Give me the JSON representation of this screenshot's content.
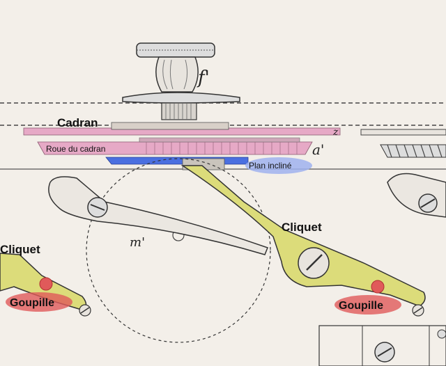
{
  "labels": {
    "cadran": "Cadran",
    "roue_du_cadran": "Roue du cadran",
    "plan_incline": "Plan incliné",
    "cliquet_right": "Cliquet",
    "cliquet_left": "Cliquet",
    "goupille_right": "Goupille",
    "goupille_left": "Goupille",
    "letter_f": "f'",
    "letter_a": "a'",
    "letter_m": "m'",
    "letter_z": "z"
  },
  "colors": {
    "cadran_pink": "#e6a9c6",
    "plan_blue": "#4a6fe0",
    "cliquet_yellow": "#dcdc7a",
    "goupille_red": "#e05a5a",
    "paper": "#f3efe9",
    "ink": "#333333"
  }
}
